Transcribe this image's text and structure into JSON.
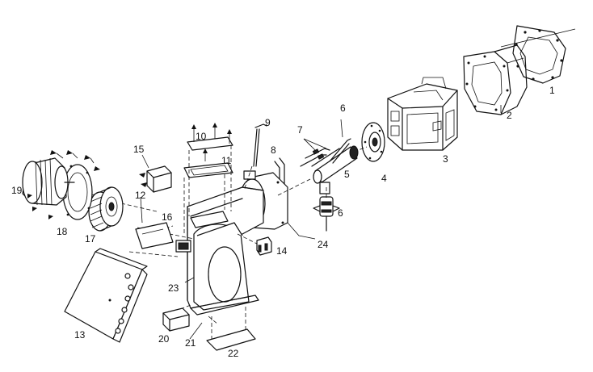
{
  "diagram": {
    "part_numbers": [
      "1",
      "2",
      "3",
      "4",
      "5",
      "6",
      "6",
      "7",
      "8",
      "9",
      "10",
      "11",
      "12",
      "13",
      "14",
      "15",
      "16",
      "17",
      "18",
      "19",
      "20",
      "21",
      "22",
      "23",
      "24"
    ]
  }
}
